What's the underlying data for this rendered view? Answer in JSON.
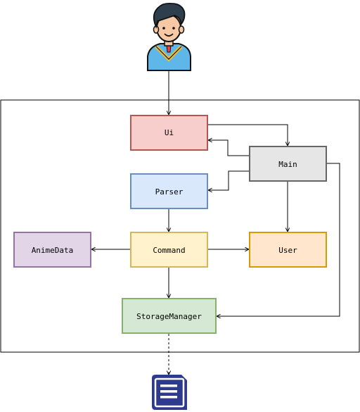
{
  "diagram": {
    "nodes": {
      "ui": {
        "label": "Ui",
        "fill": "#f8cecc",
        "stroke": "#b85450"
      },
      "main": {
        "label": "Main",
        "fill": "#e6e6e6",
        "stroke": "#666666"
      },
      "parser": {
        "label": "Parser",
        "fill": "#dae8fc",
        "stroke": "#6c8ebf"
      },
      "command": {
        "label": "Command",
        "fill": "#fff2cc",
        "stroke": "#d6b656"
      },
      "anime_data": {
        "label": "AnimeData",
        "fill": "#e1d5e7",
        "stroke": "#9673a6"
      },
      "user": {
        "label": "User",
        "fill": "#ffe6cc",
        "stroke": "#d79b00"
      },
      "storage_manager": {
        "label": "StorageManager",
        "fill": "#d5e8d4",
        "stroke": "#82b366"
      }
    },
    "icons": {
      "user_icon": "user-avatar-icon",
      "file_icon": "document-icon"
    },
    "colors": {
      "edge": "#000000",
      "file_icon": "#2e3a8c"
    }
  }
}
